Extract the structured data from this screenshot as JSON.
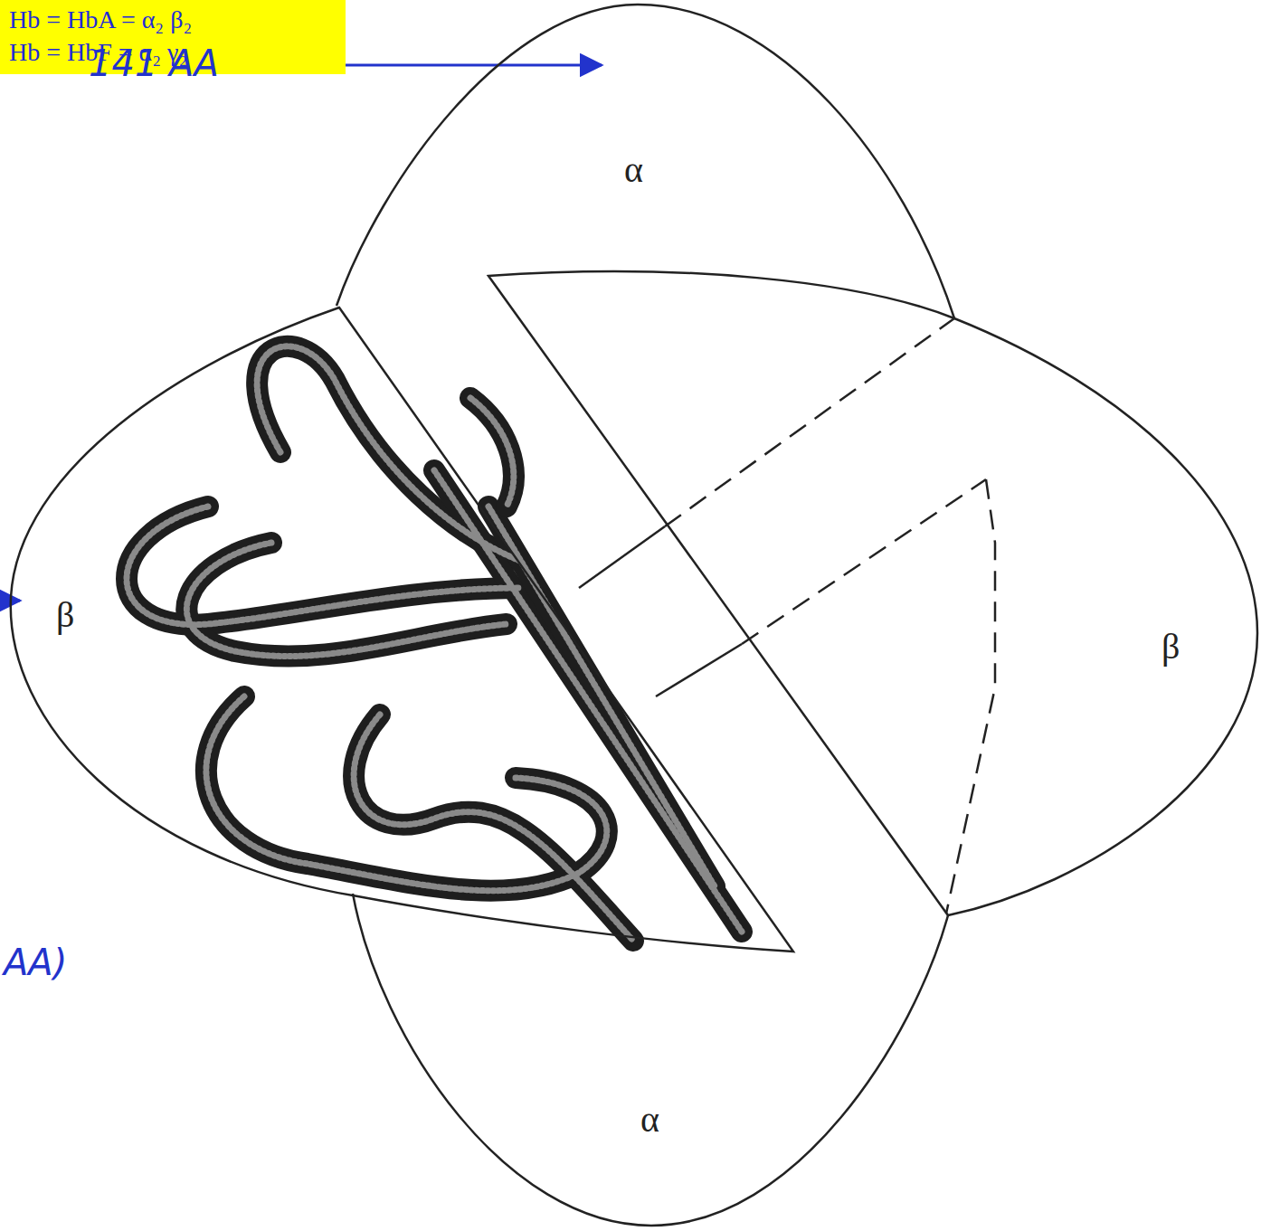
{
  "diagram": {
    "nodes": [
      {
        "text": [
          "Hb = HbA = α₂ β₂",
          "Hb = HbF = α₂ γ₂"
        ]
      },
      {
        "text": [
          "α"
        ]
      },
      {
        "text": [
          "β"
        ]
      },
      {
        "text": [
          "β"
        ]
      },
      {
        "text": [
          "α"
        ]
      }
    ],
    "labels": [
      "141 AA",
      "AA)"
    ]
  }
}
